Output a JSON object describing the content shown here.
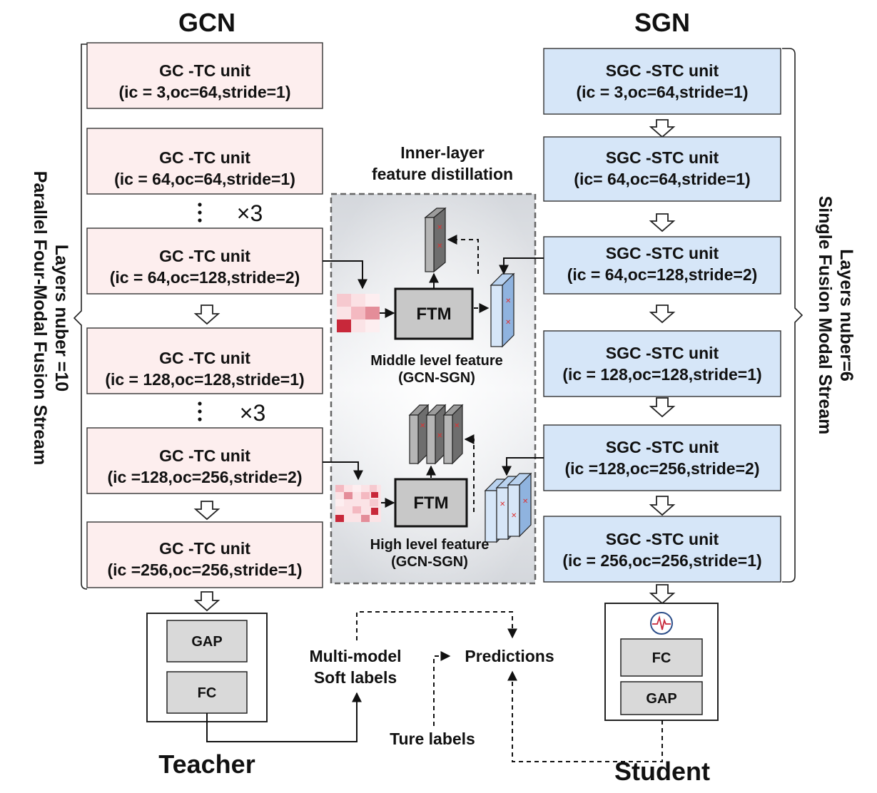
{
  "titles": {
    "left": "GCN",
    "right": "SGN"
  },
  "gcn_units": [
    {
      "name": "GC -TC unit",
      "params": "(ic = 3,oc=64,stride=1)"
    },
    {
      "name": "GC -TC unit",
      "params": "(ic = 64,oc=64,stride=1)"
    },
    {
      "name": "GC -TC unit",
      "params": "(ic = 64,oc=128,stride=2)"
    },
    {
      "name": "GC -TC unit",
      "params": "(ic = 128,oc=128,stride=1)"
    },
    {
      "name": "GC -TC unit",
      "params": "(ic =128,oc=256,stride=2)"
    },
    {
      "name": "GC -TC unit",
      "params": "(ic =256,oc=256,stride=1)"
    }
  ],
  "sgn_units": [
    {
      "name": "SGC -STC unit",
      "params": "(ic = 3,oc=64,stride=1)"
    },
    {
      "name": "SGC -STC unit",
      "params": "(ic= 64,oc=64,stride=1)"
    },
    {
      "name": "SGC -STC unit",
      "params": "(ic = 64,oc=128,stride=2)"
    },
    {
      "name": "SGC -STC unit",
      "params": "(ic = 128,oc=128,stride=1)"
    },
    {
      "name": "SGC -STC unit",
      "params": "(ic =128,oc=256,stride=2)"
    },
    {
      "name": "SGC -STC unit",
      "params": "(ic = 256,oc=256,stride=1)"
    }
  ],
  "repeat_label": "×3",
  "left_brace": {
    "line1": "Layers nuber =10",
    "line2": "Parallel Four-Modal Fusion Stream"
  },
  "right_brace": {
    "line1": "Layers nuber=6",
    "line2": "Single Fusion Modal Stream"
  },
  "distill": {
    "title_line1": "Inner-layer",
    "title_line2": "feature distillation",
    "ftm_label": "FTM",
    "middle_line1": "Middle level feature",
    "middle_line2": "(GCN-SGN)",
    "high_line1": "High level feature",
    "high_line2": "(GCN-SGN)"
  },
  "teacher": {
    "gap": "GAP",
    "fc": "FC",
    "label": "Teacher"
  },
  "student": {
    "fc": "FC",
    "gap": "GAP",
    "label": "Student"
  },
  "soft_labels": {
    "line1": "Multi-model",
    "line2": "Soft labels"
  },
  "predictions": "Predictions",
  "true_labels": "Ture labels",
  "colors": {
    "gcn_fill": "#fdeeee",
    "sgn_fill": "#d6e6f8",
    "ftm_fill": "#c8c8c8",
    "heat_dark": "#c8283a"
  }
}
